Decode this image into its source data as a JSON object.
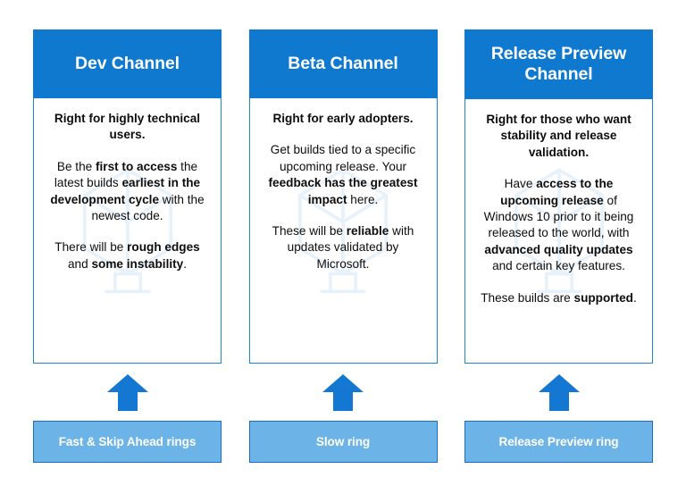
{
  "theme": {
    "header_blue": "#0f79d0",
    "card_border_blue": "#1b86d8",
    "arrow_blue": "#1477d2",
    "ring_fill": "#6cb4e8",
    "ring_border": "#1b6fc0",
    "background": "#ffffff",
    "text": "#0d0d0d"
  },
  "columns": [
    {
      "header": "Dev Channel",
      "lead": "Right for highly technical users.",
      "paragraphs": [
        [
          {
            "text": "Be the ",
            "bold": false
          },
          {
            "text": "first to access",
            "bold": true
          },
          {
            "text": " the latest builds ",
            "bold": false
          },
          {
            "text": "earliest in the development cycle",
            "bold": true
          },
          {
            "text": " with the newest code.",
            "bold": false
          }
        ],
        [
          {
            "text": "There will be ",
            "bold": false
          },
          {
            "text": "rough edges",
            "bold": true
          },
          {
            "text": " and ",
            "bold": false
          },
          {
            "text": "some instability",
            "bold": true
          },
          {
            "text": ".",
            "bold": false
          }
        ]
      ],
      "arrow": "up-arrow-icon",
      "ring_label": "Fast & Skip Ahead rings"
    },
    {
      "header": "Beta Channel",
      "lead": "Right for early adopters.",
      "paragraphs": [
        [
          {
            "text": "Get builds tied to a specific upcoming release. Your ",
            "bold": false
          },
          {
            "text": "feedback has the greatest impact",
            "bold": true
          },
          {
            "text": " here.",
            "bold": false
          }
        ],
        [
          {
            "text": "These will be ",
            "bold": false
          },
          {
            "text": "reliable",
            "bold": true
          },
          {
            "text": " with updates validated by Microsoft.",
            "bold": false
          }
        ]
      ],
      "arrow": "up-arrow-icon",
      "ring_label": "Slow ring"
    },
    {
      "header": "Release Preview Channel",
      "lead": "Right for those who want stability and release validation.",
      "paragraphs": [
        [
          {
            "text": "Have ",
            "bold": false
          },
          {
            "text": "access to the upcoming release",
            "bold": true
          },
          {
            "text": " of Windows 10 prior to it being released to the world, with ",
            "bold": false
          },
          {
            "text": "advanced quality updates",
            "bold": true
          },
          {
            "text": " and certain key features.",
            "bold": false
          }
        ],
        [
          {
            "text": "These builds are ",
            "bold": false
          },
          {
            "text": "supported",
            "bold": true
          },
          {
            "text": ".",
            "bold": false
          }
        ]
      ],
      "arrow": "up-arrow-icon",
      "ring_label": "Release Preview ring"
    }
  ]
}
